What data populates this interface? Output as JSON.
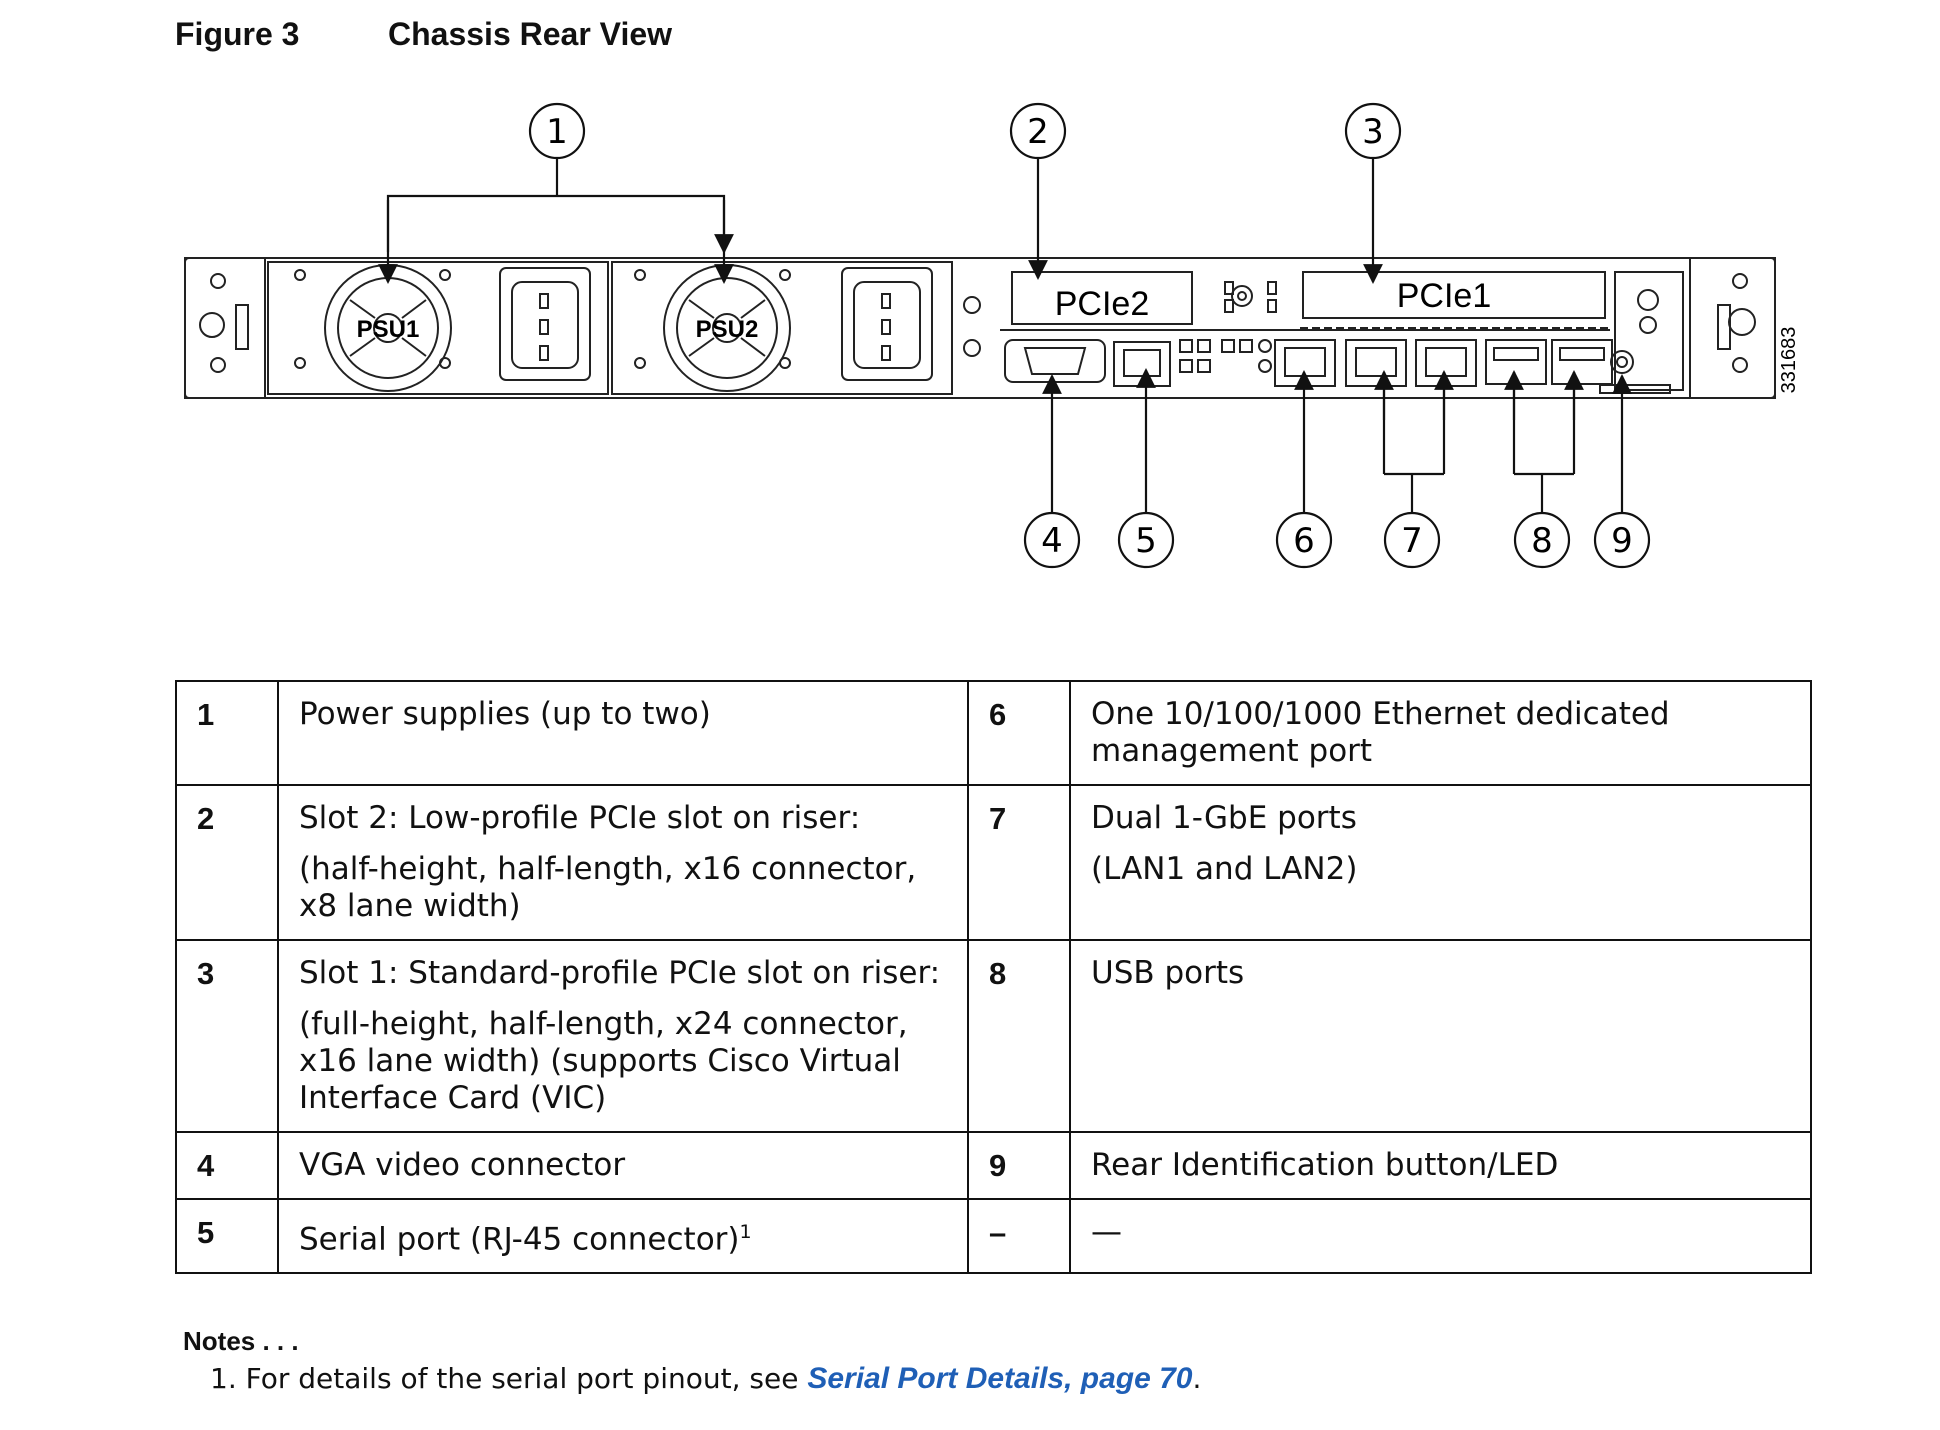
{
  "figure": {
    "number": "Figure 3",
    "title": "Chassis Rear View"
  },
  "diagram": {
    "callouts": [
      "1",
      "2",
      "3",
      "4",
      "5",
      "6",
      "7",
      "8",
      "9"
    ],
    "labels": {
      "psu1": "PSU1",
      "psu2": "PSU2",
      "pcie2": "PCIe2",
      "pcie1": "PCIe1",
      "art_id": "331683"
    }
  },
  "legend": {
    "rows": [
      {
        "left_num": "1",
        "left_desc": [
          "Power supplies (up to two)"
        ],
        "right_num": "6",
        "right_desc": [
          "One 10/100/1000 Ethernet dedicated management port"
        ]
      },
      {
        "left_num": "2",
        "left_desc": [
          "Slot 2: Low-profile PCIe slot on riser:",
          "(half-height, half-length, x16 connector, x8 lane width)"
        ],
        "right_num": "7",
        "right_desc": [
          "Dual 1-GbE ports",
          "(LAN1 and LAN2)"
        ]
      },
      {
        "left_num": "3",
        "left_desc": [
          "Slot 1: Standard-profile PCIe slot on riser:",
          "(full-height, half-length, x24 connector, x16 lane width) (supports Cisco Virtual Interface Card (VIC)"
        ],
        "right_num": "8",
        "right_desc": [
          "USB ports"
        ]
      },
      {
        "left_num": "4",
        "left_desc": [
          "VGA video connector"
        ],
        "right_num": "9",
        "right_desc": [
          "Rear Identification button/LED"
        ]
      },
      {
        "left_num": "5",
        "left_desc": [
          "Serial port (RJ-45 connector)"
        ],
        "left_sup": "1",
        "right_num": "–",
        "right_desc": [
          "—"
        ]
      }
    ]
  },
  "notes": {
    "heading": "Notes . . .",
    "items": [
      {
        "prefix": "1. For details of the serial port pinout, see ",
        "link": "Serial Port Details, page 70",
        "suffix": "."
      }
    ]
  }
}
